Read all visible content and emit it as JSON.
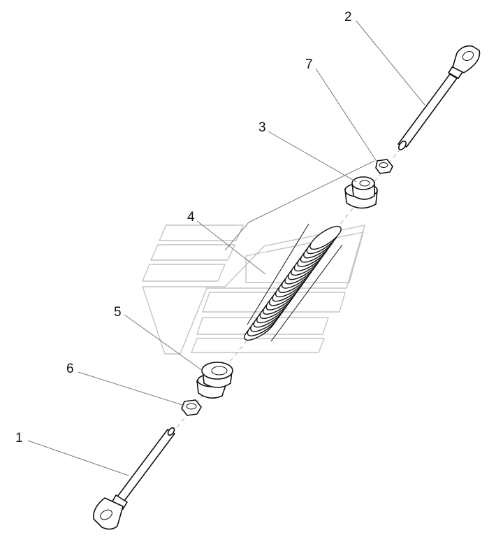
{
  "diagram": {
    "callouts": [
      {
        "id": "1",
        "label": "1"
      },
      {
        "id": "2",
        "label": "2"
      },
      {
        "id": "3",
        "label": "3"
      },
      {
        "id": "4",
        "label": "4"
      },
      {
        "id": "5",
        "label": "5"
      },
      {
        "id": "6",
        "label": "6"
      },
      {
        "id": "7",
        "label": "7"
      }
    ],
    "colors": {
      "line": "#111111",
      "leader": "#7a7a7a",
      "watermark": "#c4c4c4"
    }
  }
}
